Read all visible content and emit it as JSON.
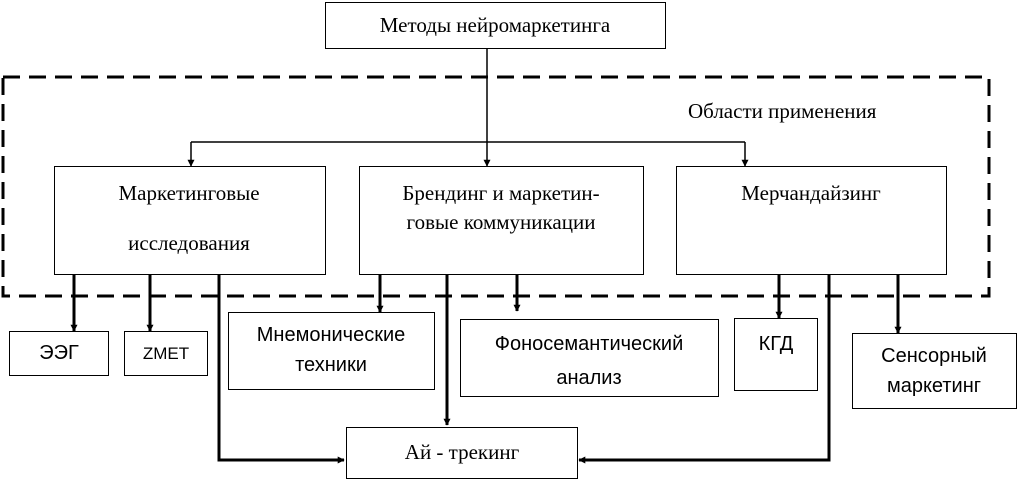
{
  "diagram": {
    "top": {
      "label": "Методы нейромаркетинга"
    },
    "region": {
      "label": "Области применения"
    },
    "areas": {
      "research": {
        "line1": "Маркетинговые",
        "line2": "исследования"
      },
      "branding": {
        "line1": "Брендинг и маркетин-",
        "line2": "говые коммуникации"
      },
      "merch": {
        "label": "Мерчандайзинг"
      }
    },
    "methods": {
      "eeg": "ЭЭГ",
      "zmet": "ZMET",
      "mnemonic": {
        "line1": "Мнемонические",
        "line2": "техники"
      },
      "phonosemantic": {
        "line1": "Фоносемантический",
        "line2": "анализ"
      },
      "kgd": "КГД",
      "sensory": {
        "line1": "Сенсорный",
        "line2": "маркетинг"
      },
      "eyetracking": "Ай - трекинг"
    }
  }
}
